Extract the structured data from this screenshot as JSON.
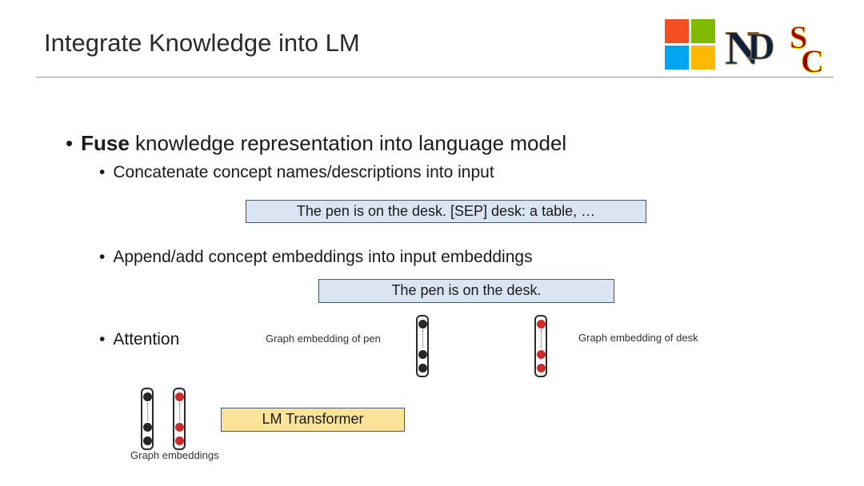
{
  "slide": {
    "title": "Integrate Knowledge into LM",
    "bullet_main_bold": "Fuse",
    "bullet_main_rest": " knowledge representation into language model",
    "sub1": "Concatenate concept names/descriptions into input",
    "box1": "The pen is on the desk. [SEP] desk: a table, …",
    "sub2": "Append/add concept embeddings into input embeddings",
    "box2": "The pen is on the desk.",
    "sub3": "Attention",
    "cap_pen": "Graph embedding of pen",
    "cap_desk": "Graph embedding of desk",
    "box3": "LM Transformer",
    "cap_graph": "Graph embeddings"
  },
  "bullet_glyph": "•",
  "logos": [
    "microsoft-logo",
    "notre-dame-logo",
    "usc-logo"
  ],
  "colors": {
    "box_blue": "#dbe4f3",
    "box_yellow": "#fbe49a",
    "node_black": "#262626",
    "node_red": "#cc2b2b",
    "ms_red": "#f25022",
    "ms_green": "#7fba00",
    "ms_blue": "#00a4ef",
    "ms_yellow": "#ffb900",
    "nd_navy": "#0c2340",
    "usc_cardinal": "#990000",
    "usc_gold": "#ffcc00"
  }
}
